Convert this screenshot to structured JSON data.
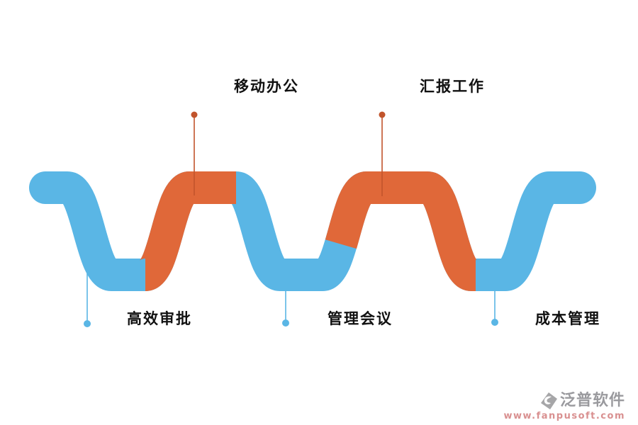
{
  "diagram": {
    "top_labels": [
      {
        "text": "移动办公"
      },
      {
        "text": "汇报工作"
      }
    ],
    "bottom_labels": [
      {
        "text": "高效审批"
      },
      {
        "text": "管理会议"
      },
      {
        "text": "成本管理"
      }
    ]
  },
  "colors": {
    "ribbon_blue": "#5AB6E5",
    "ribbon_orange": "#E06839",
    "connector_orange": "#C1542C",
    "connector_blue": "#5AB6E5",
    "label_text": "#111111",
    "watermark_brand": "#9A9A9E",
    "watermark_url": "#D99090"
  },
  "watermark": {
    "brand": "泛普软件",
    "url": "www.fanpusoft.com",
    "logo": "fanpu-logo-icon"
  }
}
